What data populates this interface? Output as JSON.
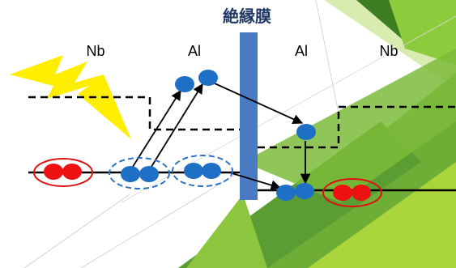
{
  "title": "絶縁膜",
  "regions": [
    "Nb",
    "Al",
    "Al",
    "Nb"
  ],
  "colors": {
    "electron": "#1e6fc6",
    "cooper_pair": "#ee1111",
    "pair_ring_red": "#dd1111",
    "pair_ring_blue": "#2c73c4",
    "barrier": "#4a7ac2",
    "lightning": "#ffee00",
    "bg_green_dark": "#5a9e33",
    "bg_green_light": "#a9d43c",
    "title": "#1f3864"
  },
  "icons": [
    "lightning-bolt-icon"
  ]
}
